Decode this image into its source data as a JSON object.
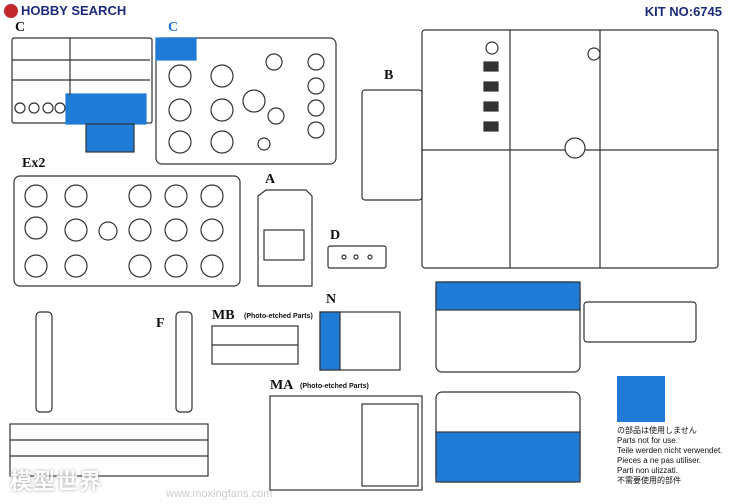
{
  "header": {
    "logo_text": "HOBBY SEARCH",
    "kit_number": "KIT NO:6745"
  },
  "sprues": {
    "c_left": "C",
    "c_right": "C",
    "b": "B",
    "ex2": "Ex2",
    "a": "A",
    "d": "D",
    "f": "F",
    "mb": "MB",
    "mb_note": "(Photo-etched Parts)",
    "n": "N",
    "ma": "MA",
    "ma_note": "(Photo-etched Parts)"
  },
  "legend": {
    "swatch_color": "#1f7bd6",
    "lines": [
      "の部品は使用しません",
      "Parts not for use.",
      "Teile werden nicht verwendet.",
      "Pieces a ne pas utiliser.",
      "Parti non ulizzati.",
      "不需要使用的部件"
    ]
  },
  "watermark": {
    "text": "模型世界",
    "url": "www.moxingfans.com"
  },
  "colors": {
    "blue_fill": "#1f7bd6",
    "line": "#333333"
  }
}
